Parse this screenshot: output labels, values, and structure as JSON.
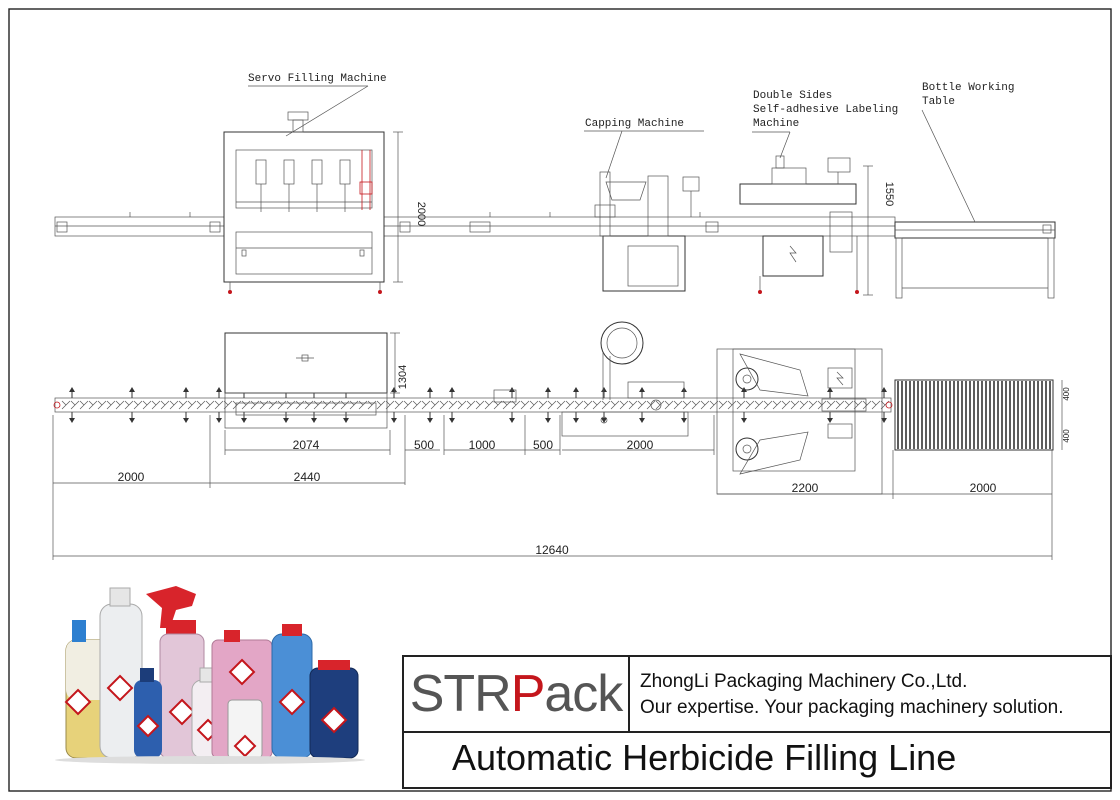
{
  "labels": {
    "servo": "Servo Filling Machine",
    "capping": "Capping Machine",
    "labeling_1": "Double Sides",
    "labeling_2": "Self-adhesive Labeling",
    "labeling_3": "Machine",
    "table_1": "Bottle Working",
    "table_2": "Table"
  },
  "heights": {
    "filler": "2000",
    "labeler": "1550",
    "filler_plan": "1304",
    "table_top": "400",
    "table_bottom": "400"
  },
  "dimensions": {
    "d_2074": "2074",
    "d_500a": "500",
    "d_1000": "1000",
    "d_500b": "500",
    "d_2000_cap": "2000",
    "d_2000_left": "2000",
    "d_2440": "2440",
    "d_2200": "2200",
    "d_2000_right": "2000",
    "total": "12640"
  },
  "brand": {
    "logo_a": "STR",
    "logo_b": "P",
    "logo_c": "ack",
    "company": "ZhongLi Packaging Machinery Co.,Ltd.",
    "slogan": "Our expertise. Your packaging machinery solution.",
    "title": "Automatic Herbicide Filling Line"
  },
  "colors": {
    "brand_red": "#c4161c",
    "line": "#333333"
  }
}
